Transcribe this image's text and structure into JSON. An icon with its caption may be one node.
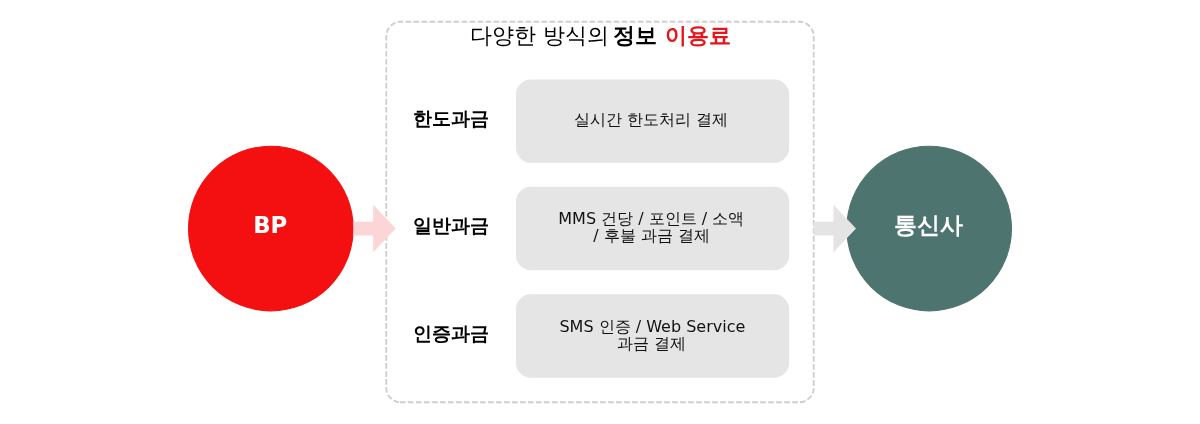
{
  "diagram": {
    "nodes": [
      {
        "text": [
          "BP"
        ]
      },
      {
        "text": [
          "다양한 방식의 **정보** **이용료**"
        ]
      },
      {
        "text": [
          "실시간 한도처리 결제"
        ],
        "in": 1,
        "beside": [
          "한도과금"
        ]
      },
      {
        "text": [
          "MMS 건당 / 포인트 / 소액 / 후불 과금 결제"
        ],
        "in": 1,
        "beside": [
          "일반과금"
        ]
      },
      {
        "text": [
          "SMS 인증 / Web Service 과금 결제"
        ],
        "in": 1,
        "beside": [
          "인증과금"
        ]
      },
      {
        "text": [
          "통신사"
        ]
      }
    ],
    "edges": [
      {
        "from": 0,
        "to": 1,
        "arrow": "to",
        "color": "#fcd6d6"
      },
      {
        "from": 1,
        "to": 5,
        "arrow": "to",
        "color": "#e4e4e4"
      }
    ]
  }
}
